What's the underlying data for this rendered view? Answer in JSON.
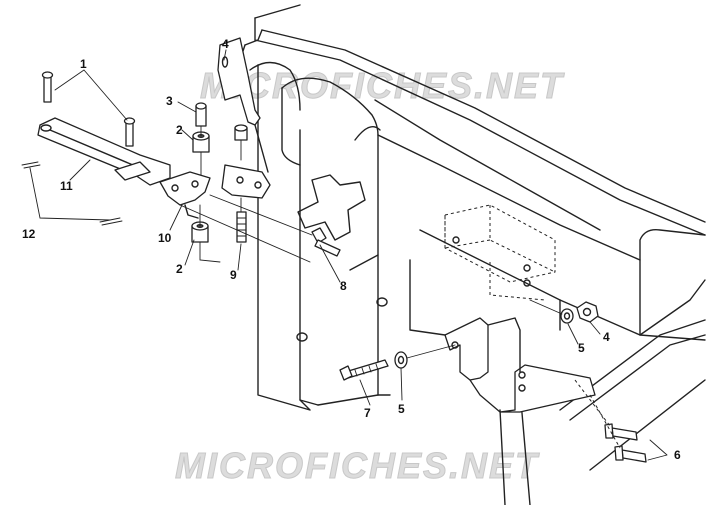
{
  "watermark": {
    "top_text": "MICROFICHES.NET",
    "bottom_text": "MICROFICHES.NET"
  },
  "callouts": {
    "c1": "1",
    "c2a": "2",
    "c2b": "2",
    "c3": "3",
    "c4a": "4",
    "c4b": "4",
    "c5a": "5",
    "c5b": "5",
    "c6": "6",
    "c7": "7",
    "c8": "8",
    "c9": "9",
    "c10": "10",
    "c11": "11",
    "c12": "12"
  }
}
